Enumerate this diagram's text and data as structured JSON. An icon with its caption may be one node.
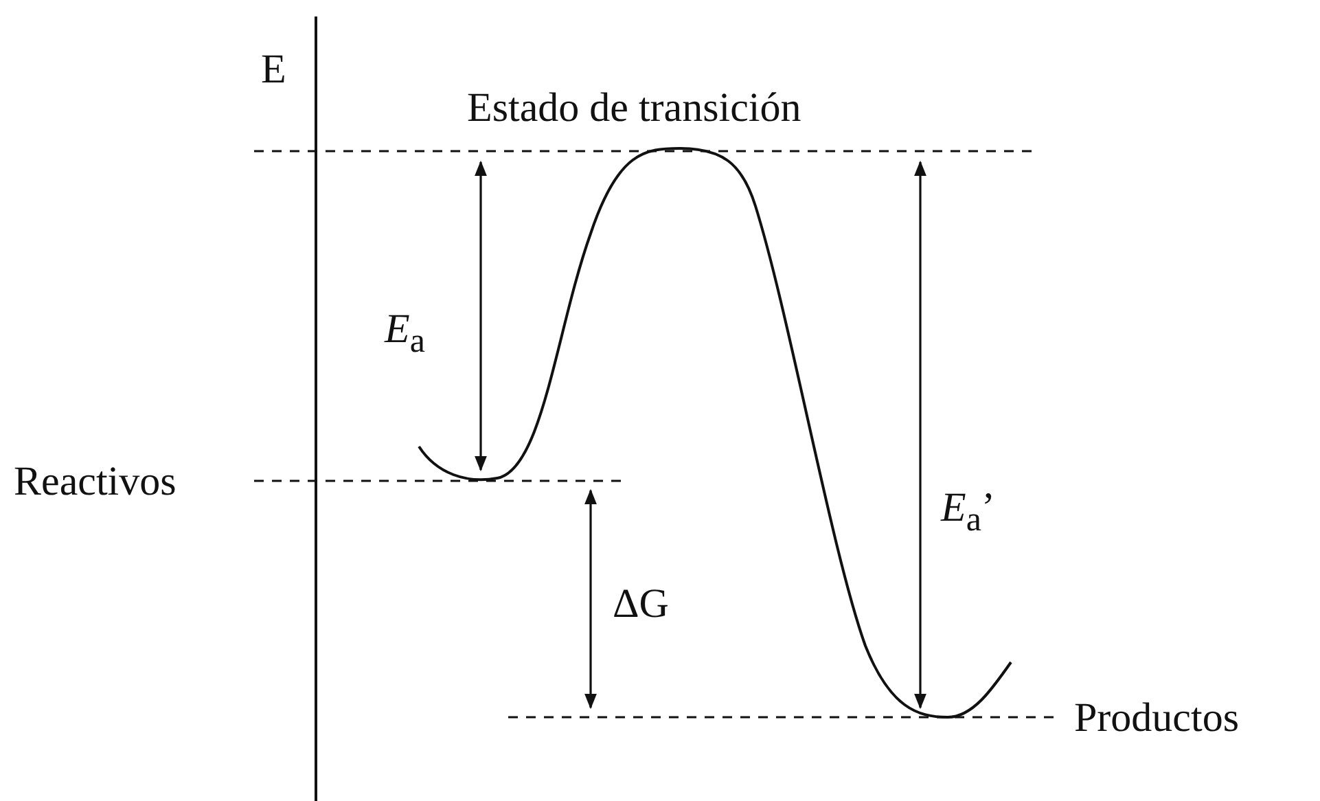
{
  "diagram": {
    "labels": [
      "E",
      "Estado de transición",
      "*E*$_{a}$",
      "*E*$_{a}$’",
      "Reactivos",
      "ΔG",
      "Productos"
    ]
  }
}
